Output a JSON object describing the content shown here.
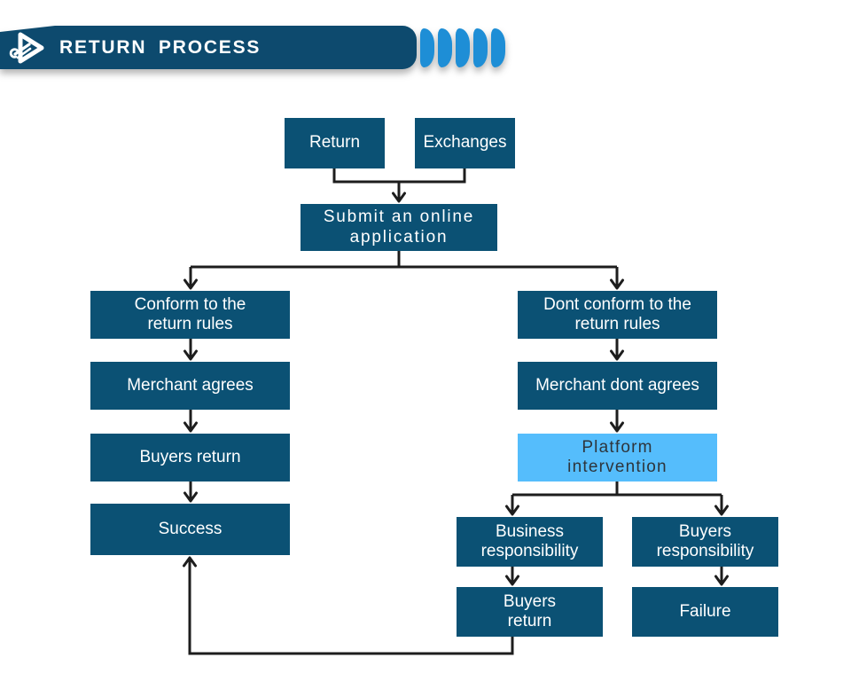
{
  "header": {
    "title": "RETURN PROCESS",
    "logo_icon": "wrench-play-triangle-logo",
    "chevron_count": 5
  },
  "colors": {
    "header_bar": "#0d4a6e",
    "chevron": "#1e8ed6",
    "box": "#0b5174",
    "box_text": "#ffffff",
    "highlight_box": "#55bdfc",
    "highlight_text": "#2e353c",
    "connector": "#1d1d1d",
    "background": "#ffffff"
  },
  "flowchart": {
    "nodes": {
      "return": {
        "label": "Return"
      },
      "exchanges": {
        "label": "Exchanges"
      },
      "submit": {
        "label": "Submit an online\napplication"
      },
      "conform": {
        "label": "Conform to the\nreturn rules"
      },
      "merchant_agrees": {
        "label": "Merchant agrees"
      },
      "buyers_return_left": {
        "label": "Buyers return"
      },
      "success": {
        "label": "Success"
      },
      "dont_conform": {
        "label": "Dont conform to the\nreturn rules"
      },
      "merchant_dont_agrees": {
        "label": "Merchant dont agrees"
      },
      "platform_intervention": {
        "label": "Platform\nintervention"
      },
      "business_responsibility": {
        "label": "Business\nresponsibility"
      },
      "buyers_responsibility": {
        "label": "Buyers\nresponsibility"
      },
      "buyers_return_bottom": {
        "label": "Buyers\nreturn"
      },
      "failure": {
        "label": "Failure"
      }
    }
  }
}
